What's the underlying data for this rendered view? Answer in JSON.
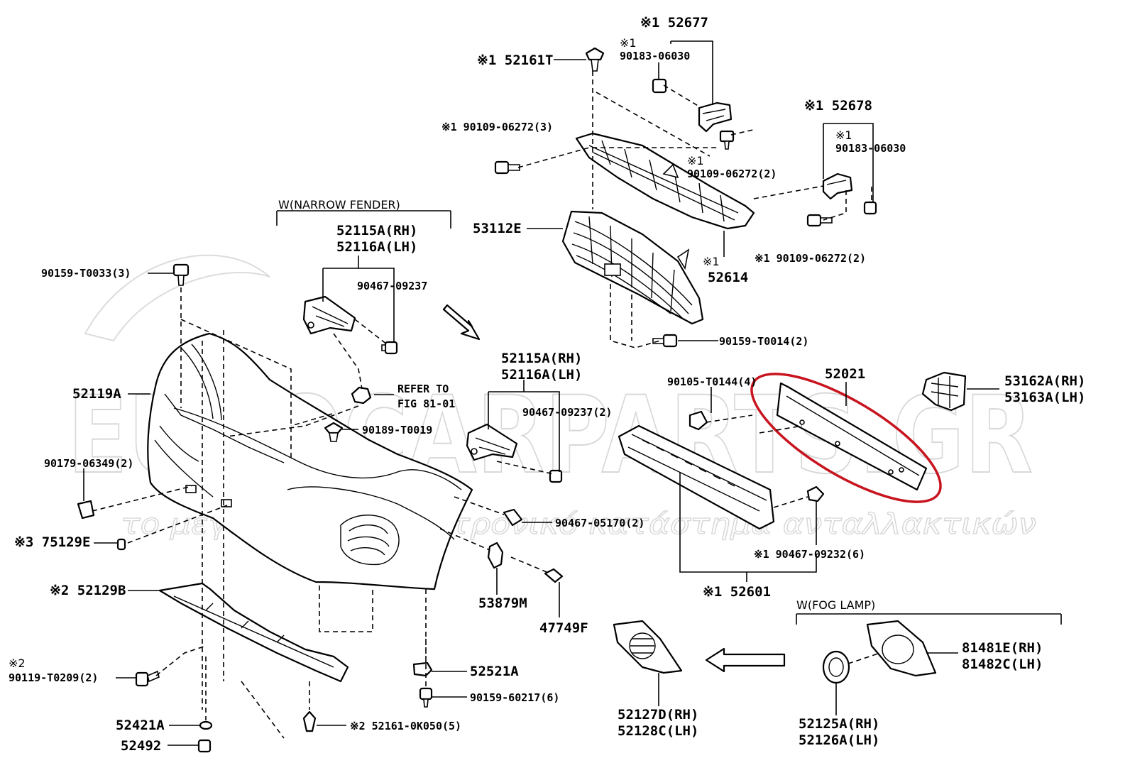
{
  "labels": {
    "p52677": "※1 52677",
    "p90183a": "90183-06030",
    "p90183a_mark": "※1",
    "p52161t": "※1 52161T",
    "p90109a": "※1 90109-06272(3)",
    "p90109b_mark": "※1",
    "p90109b": "90109-06272(2)",
    "p52678": "※1 52678",
    "p90183b_mark": "※1",
    "p90183b": "90183-06030",
    "p53112e": "53112E",
    "p52614_mark": "※1",
    "p52614": "52614",
    "p90109c": "※1 90109-06272(2)",
    "wnarrow": "W(NARROW FENDER)",
    "p52115a1": "52115A(RH)",
    "p52116a1": "52116A(LH)",
    "p90159t33": "90159-T0033(3)",
    "p90467_237a": "90467-09237",
    "p52115a2": "52115A(RH)",
    "p52116a2": "52116A(LH)",
    "p90467_237b": "90467-09237(2)",
    "p90159t14": "90159-T0014(2)",
    "p52119a": "52119A",
    "refer1": "REFER TO",
    "refer2": "FIG 81-01",
    "p90189": "90189-T0019",
    "p90105": "90105-T0144(4)",
    "p52021": "52021",
    "p53162a": "53162A(RH)",
    "p53163a": "53163A(LH)",
    "p90179": "90179-06349(2)",
    "p75129e": "※3 75129E",
    "p90467_170": "90467-05170(2)",
    "p90467_232": "※1 90467-09232(6)",
    "p52129b": "※2 52129B",
    "p53879m": "53879M",
    "p47749f": "47749F",
    "p52601": "※1 52601",
    "wfog": "W(FOG LAMP)",
    "p90119_mark": "※2",
    "p90119": "90119-T0209(2)",
    "p52521a": "52521A",
    "p90159_602": "90159-60217(6)",
    "p81481e": "81481E(RH)",
    "p81482c": "81482C(LH)",
    "p52421a": "52421A",
    "p52161k": "※2 52161-0K050(5)",
    "p52492": "52492",
    "p52127d": "52127D(RH)",
    "p52128c": "52128C(LH)",
    "p52125a": "52125A(RH)",
    "p52126a": "52126A(LH)"
  },
  "watermark": {
    "brand": "EUROCARPARTS.GR",
    "tagline": "το μεγαλύτερο ηλεκτρονικό κατάστημα ανταλλακτικών"
  },
  "highlight_color": "#c8141e",
  "icons": [
    "arrow-down-right-icon",
    "arrow-left-icon"
  ]
}
